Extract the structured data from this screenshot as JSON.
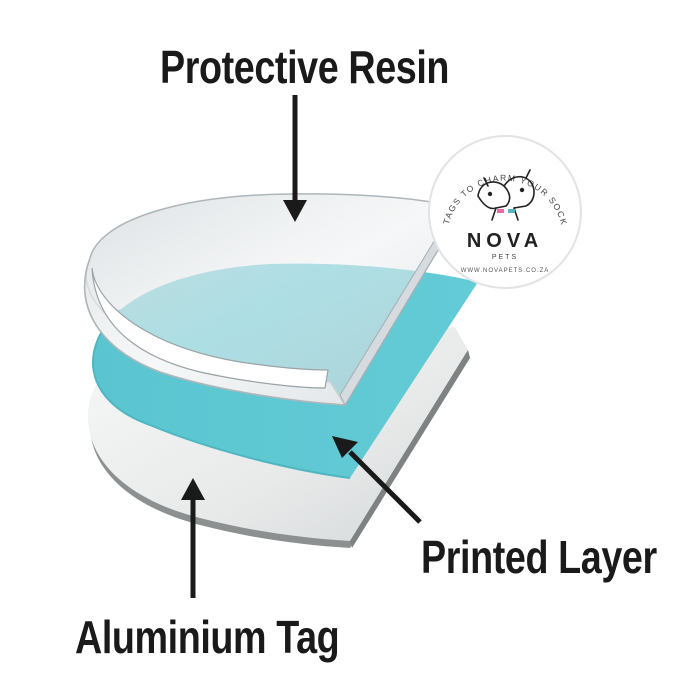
{
  "labels": {
    "protective_resin": "Protective Resin",
    "printed_layer": "Printed Layer",
    "aluminium_tag": "Aluminium Tag"
  },
  "badge": {
    "arc_text": "TAGS TO CHARM YOUR SOCKS OFF",
    "brand": "NOVA",
    "sub": "PETS",
    "url": "WWW.NOVAPETS.CO.ZA"
  },
  "colors": {
    "resin": "#dfe4e7",
    "printed": "#5ec7d2",
    "aluminium": "#eceeee",
    "aluminium_edge": "#8d9091",
    "arrow": "#1a1a1a"
  }
}
